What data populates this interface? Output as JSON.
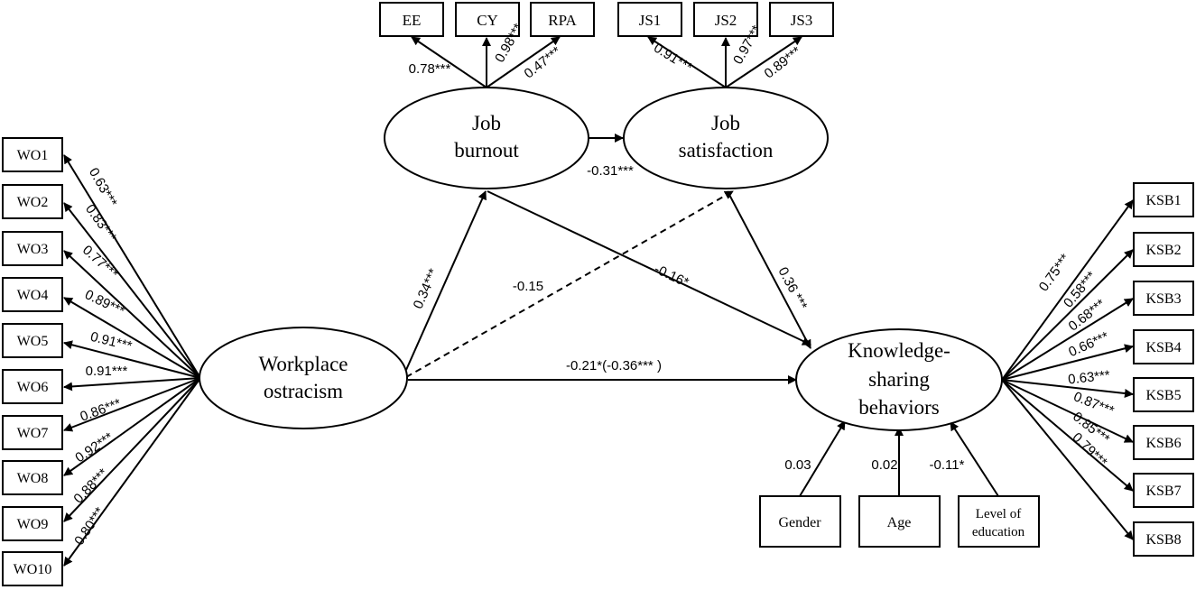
{
  "latent": {
    "burnout": [
      "Job",
      "burnout"
    ],
    "satisfaction": [
      "Job",
      "satisfaction"
    ],
    "ostracism": [
      "Workplace",
      "ostracism"
    ],
    "ksb": [
      "Knowledge-",
      "sharing",
      "behaviors"
    ]
  },
  "indicators": {
    "burnout": [
      "EE",
      "CY",
      "RPA"
    ],
    "satisfaction": [
      "JS1",
      "JS2",
      "JS3"
    ],
    "ostracism": [
      "WO1",
      "WO2",
      "WO3",
      "WO4",
      "WO5",
      "WO6",
      "WO7",
      "WO8",
      "WO9",
      "WO10"
    ],
    "ksb": [
      "KSB1",
      "KSB2",
      "KSB3",
      "KSB4",
      "KSB5",
      "KSB6",
      "KSB7",
      "KSB8"
    ]
  },
  "loadings": {
    "burnout": [
      "0.78***",
      "0.98***",
      "0.47***"
    ],
    "satisfaction": [
      "0.91***",
      "0.97***",
      "0.89***"
    ],
    "ostracism": [
      "0.63***",
      "0.83***",
      "0.77***",
      "0.89***",
      "0.91***",
      "0.91***",
      "0.86***",
      "0.92***",
      "0.88***",
      "0.80***"
    ],
    "ksb": [
      "0.75***",
      "0.58***",
      "0.68***",
      "0.66***",
      "0.63***",
      "0.87***",
      "0.85***",
      "0.79***"
    ]
  },
  "controls": {
    "gender": "Gender",
    "age": "Age",
    "education": [
      "Level of",
      "education"
    ]
  },
  "paths": {
    "burnout_to_satisfaction": "-0.31***",
    "ostracism_to_burnout": "0.34***",
    "ostracism_to_satisfaction": "-0.15",
    "burnout_to_ksb": "-0.16*",
    "satisfaction_to_ksb": "0.36 ***",
    "ostracism_to_ksb": "-0.21*(-0.36*** )",
    "gender_to_ksb": "0.03",
    "age_to_ksb": "0.02",
    "education_to_ksb": "-0.11*"
  }
}
